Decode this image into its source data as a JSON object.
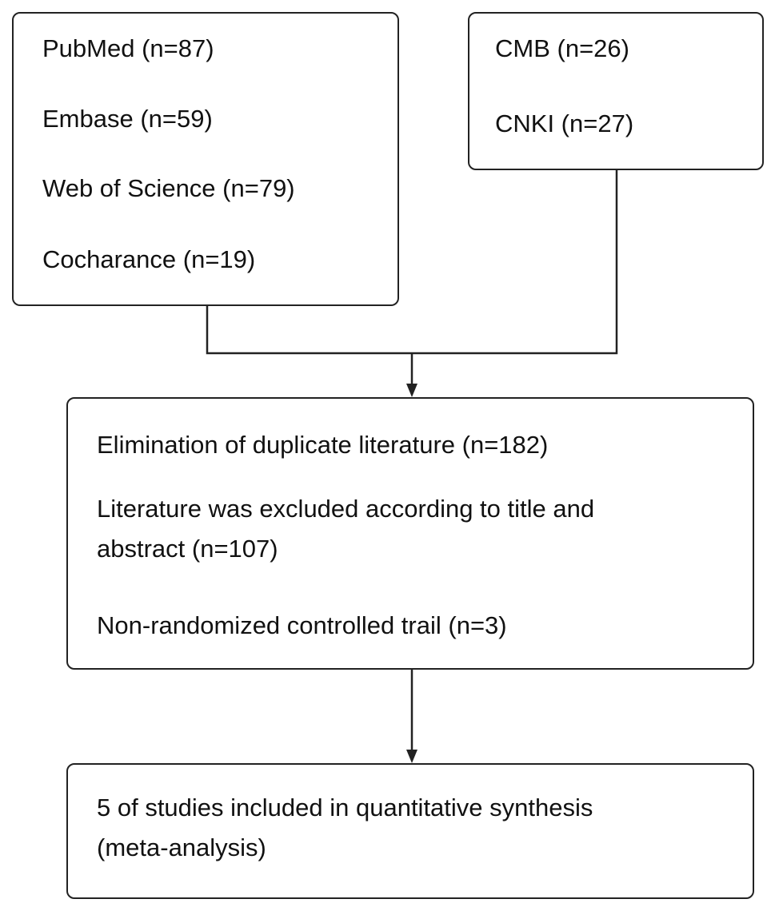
{
  "sources_box": {
    "items": [
      "PubMed (n=87)",
      "Embase (n=59)",
      "Web of Science (n=79)",
      "Cocharance (n=19)"
    ]
  },
  "chinese_box": {
    "items": [
      "CMB (n=26)",
      "CNKI (n=27)"
    ]
  },
  "exclusion_box": {
    "items": [
      "Elimination of duplicate literature (n=182)",
      "Literature was excluded according to title and abstract (n=107)",
      "Non-randomized controlled trail (n=3)"
    ]
  },
  "result_box": {
    "text": "5 of studies included in quantitative synthesis (meta-analysis)"
  }
}
